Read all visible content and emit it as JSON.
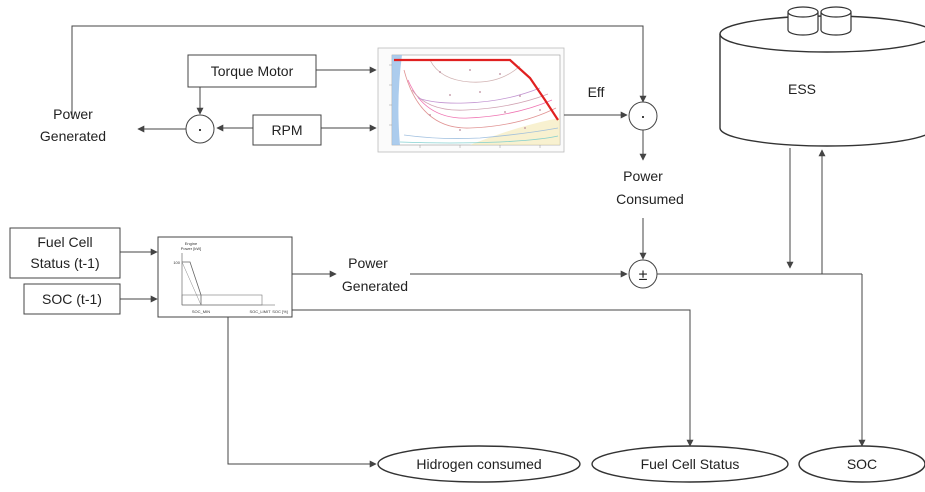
{
  "diagram": {
    "blocks": {
      "torque_motor": "Torque Motor",
      "rpm": "RPM",
      "fuel_cell_status_in_line1": "Fuel Cell",
      "fuel_cell_status_in_line2": "Status (t-1)",
      "soc_in": "SOC (t-1)",
      "ess": "ESS"
    },
    "labels": {
      "power_generated_left_line1": "Power",
      "power_generated_left_line2": "Generated",
      "eff": "Eff",
      "power_consumed_line1": "Power",
      "power_consumed_line2": "Consumed",
      "power_generated_mid_line1": "Power",
      "power_generated_mid_line2": "Generated"
    },
    "operators": {
      "multiply_left": "·",
      "multiply_right": "·",
      "plus_minus": "±"
    },
    "outputs": {
      "hydrogen": "Hidrogen consumed",
      "fuel_cell_status": "Fuel Cell Status",
      "soc": "SOC"
    },
    "mini_plot": {
      "ylabel_line1": "Engine",
      "ylabel_line2": "Power [kW]",
      "ytick": "100",
      "xtick_left": "SOC_MIN",
      "xtick_right": "SOC_LIMIT",
      "xlabel": "SOC [%]"
    }
  }
}
